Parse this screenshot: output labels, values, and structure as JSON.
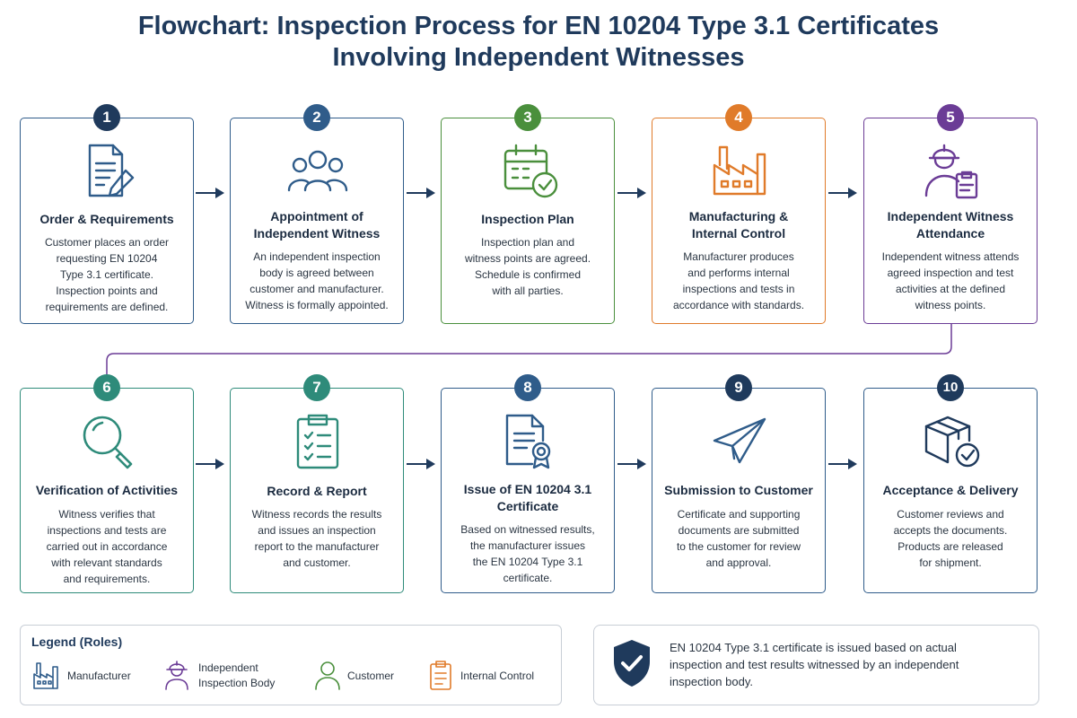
{
  "title": {
    "line1": "Flowchart: Inspection Process for EN 10204 Type 3.1 Certificates",
    "line2": "Involving Independent Witnesses"
  },
  "colors": {
    "navy": "#1f3a5c",
    "blue": "#2f5c8a",
    "green": "#4a8f3c",
    "orange": "#e07b2a",
    "purple": "#6b3c96",
    "teal": "#2e8b7a"
  },
  "steps": [
    {
      "number": "1",
      "icon": "document-pen-icon",
      "title1": "Order & Requirements",
      "title2": "",
      "desc": [
        "Customer places an order",
        "requesting EN 10204",
        "Type 3.1 certificate.",
        "Inspection points and",
        "requirements are defined."
      ]
    },
    {
      "number": "2",
      "icon": "group-people-icon",
      "title1": "Appointment of",
      "title2": "Independent Witness",
      "desc": [
        "An independent inspection",
        "body is agreed between",
        "customer and manufacturer.",
        "Witness is formally appointed."
      ]
    },
    {
      "number": "3",
      "icon": "calendar-check-icon",
      "title1": "Inspection Plan",
      "title2": "",
      "desc": [
        "Inspection plan and",
        "witness points are agreed.",
        "Schedule is confirmed",
        "with all parties."
      ]
    },
    {
      "number": "4",
      "icon": "factory-icon",
      "title1": "Manufacturing &",
      "title2": "Internal Control",
      "desc": [
        "Manufacturer produces",
        "and performs internal",
        "inspections and tests in",
        "accordance with standards."
      ]
    },
    {
      "number": "5",
      "icon": "inspector-clipboard-icon",
      "title1": "Independent Witness",
      "title2": "Attendance",
      "desc": [
        "Independent witness attends",
        "agreed inspection and test",
        "activities at the defined",
        "witness points."
      ]
    },
    {
      "number": "6",
      "icon": "magnifier-icon",
      "title1": "Verification of Activities",
      "title2": "",
      "desc": [
        "Witness verifies that",
        "inspections and tests are",
        "carried out in accordance",
        "with relevant standards",
        "and requirements."
      ]
    },
    {
      "number": "7",
      "icon": "checklist-clipboard-icon",
      "title1": "Record & Report",
      "title2": "",
      "desc": [
        "Witness records the results",
        "and issues an inspection",
        "report to the manufacturer",
        "and customer."
      ]
    },
    {
      "number": "8",
      "icon": "certificate-icon",
      "title1": "Issue of EN 10204 3.1",
      "title2": "Certificate",
      "desc": [
        "Based on witnessed results,",
        "the manufacturer issues",
        "the EN 10204 Type 3.1",
        "certificate."
      ]
    },
    {
      "number": "9",
      "icon": "paper-plane-icon",
      "title1": "Submission to Customer",
      "title2": "",
      "desc": [
        "Certificate and supporting",
        "documents are submitted",
        "to the customer for review",
        "and approval."
      ]
    },
    {
      "number": "10",
      "icon": "box-check-icon",
      "title1": "Acceptance & Delivery",
      "title2": "",
      "desc": [
        "Customer reviews and",
        "accepts the documents.",
        "Products are released",
        "for shipment."
      ]
    }
  ],
  "legend": {
    "title": "Legend (Roles)",
    "items": [
      {
        "icon": "factory-icon",
        "label1": "Manufacturer",
        "label2": ""
      },
      {
        "icon": "inspector-icon",
        "label1": "Independent",
        "label2": "Inspection Body"
      },
      {
        "icon": "customer-icon",
        "label1": "Customer",
        "label2": ""
      },
      {
        "icon": "clipboard-icon",
        "label1": "Internal Control",
        "label2": ""
      }
    ]
  },
  "note": {
    "icon": "shield-check-icon",
    "lines": [
      "EN 10204 Type 3.1 certificate is issued based on actual",
      "inspection and test results witnessed by an independent",
      "inspection body."
    ]
  }
}
